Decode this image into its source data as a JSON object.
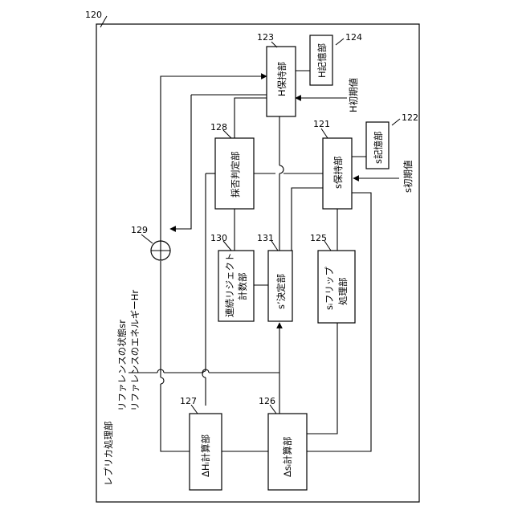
{
  "diagram": {
    "outer_number": "120",
    "outer_label": "レプリカ処理部",
    "blocks": {
      "h_hold": {
        "number": "123",
        "label": "H保持部"
      },
      "h_memory": {
        "number": "124",
        "label": "H記憶部"
      },
      "s_hold": {
        "number": "121",
        "label": "s保持部"
      },
      "s_memory": {
        "number": "122",
        "label": "s記憶部"
      },
      "accept_judge": {
        "number": "128",
        "label": "採否判定部"
      },
      "reject_count": {
        "number": "130",
        "label_line1": "連続リジェクト",
        "label_line2": "計数部"
      },
      "s_decide": {
        "number": "131",
        "label": "s’決定部"
      },
      "flip": {
        "number": "125",
        "label_line1": "sᵢフリップ",
        "label_line2": "処理部"
      },
      "dh_calc": {
        "number": "127",
        "label": "ΔHᵢ計算部"
      },
      "ds_calc": {
        "number": "126",
        "label": "Δsᵢ計算部"
      }
    },
    "adder_number": "129",
    "inputs": {
      "h_initial": "H初期値",
      "s_initial": "s初期値",
      "ref_state": "リファレンスの状態sr",
      "ref_energy": "リファレンスのエネルギーHr"
    }
  }
}
